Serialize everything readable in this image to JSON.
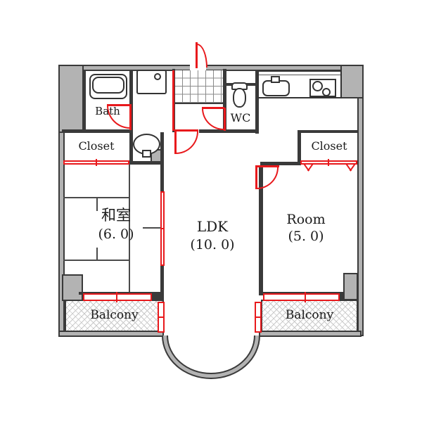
{
  "title": "apartment-floorplan",
  "rooms": {
    "bath": {
      "label": "Bath"
    },
    "closet_left": {
      "label": "Closet"
    },
    "closet_right": {
      "label": "Closet"
    },
    "wc": {
      "label": "WC"
    },
    "washitsu": {
      "label": "和室",
      "size": "(6. 0)"
    },
    "ldk": {
      "label": "LDK",
      "size": "(10. 0)"
    },
    "room": {
      "label": "Room",
      "size": "(5. 0)"
    },
    "balcony_left": {
      "label": "Balcony"
    },
    "balcony_right": {
      "label": "Balcony"
    }
  },
  "fixtures": [
    "bathtub",
    "washing-machine",
    "washbasin",
    "toilet",
    "kitchen-sink",
    "stove",
    "entrance-door",
    "genkan-tile",
    "bay-window"
  ],
  "colors": {
    "wall_line": "#3a3a3a",
    "wall_fill": "#b3b3b3",
    "opening_red": "#e8191c",
    "background": "#ffffff"
  }
}
